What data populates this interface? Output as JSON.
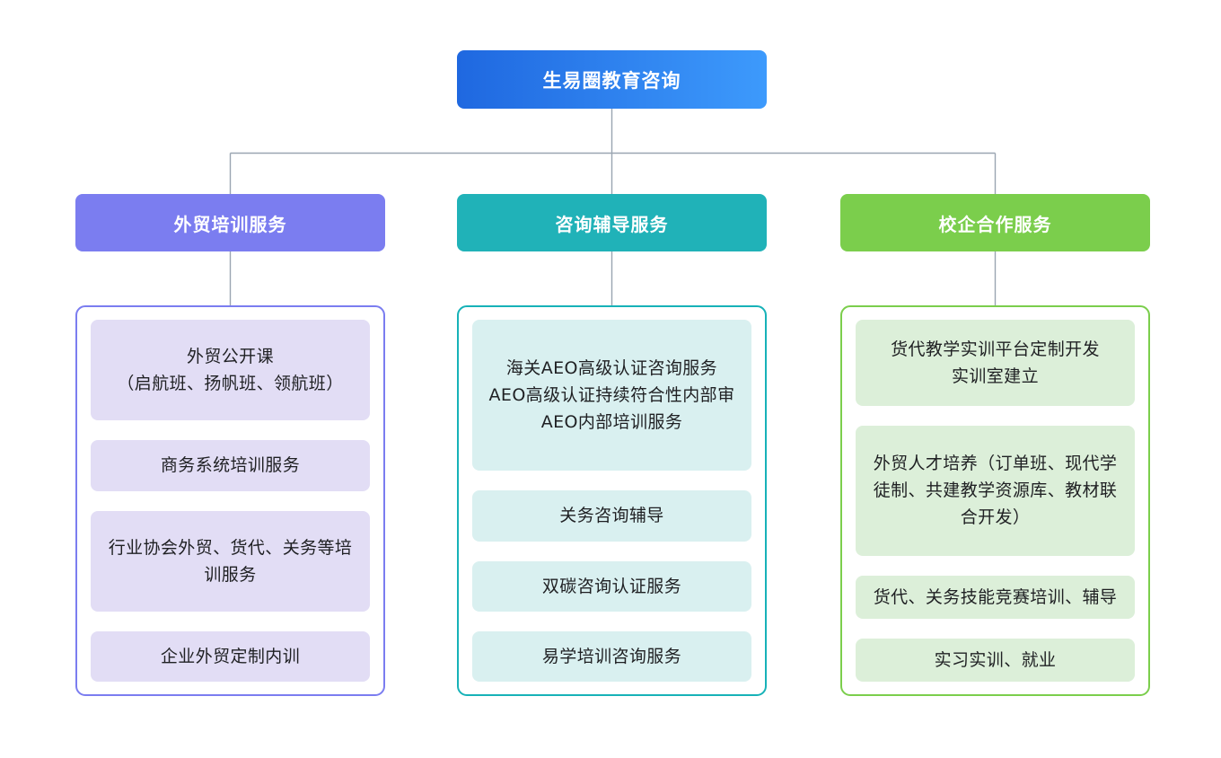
{
  "diagram": {
    "type": "organization-chart",
    "orientation": "top-down",
    "connector_color": "#9aa5b1",
    "background_color": "#ffffff",
    "root": {
      "label": "生易圈教育咨询",
      "gradient_from": "#1f68e0",
      "gradient_to": "#3d9afc",
      "text_color": "#ffffff"
    },
    "branches": [
      {
        "label": "外贸培训服务",
        "header_color": "#7b7df0",
        "border_color": "#7b7df0",
        "item_fill": "#e2ddf5",
        "text_color": "#ffffff",
        "items": [
          {
            "lines": [
              "外贸公开课",
              "（启航班、扬帆班、领航班）"
            ]
          },
          {
            "lines": [
              "商务系统培训服务"
            ]
          },
          {
            "lines": [
              "行业协会外贸、货代、关务等培",
              "训服务"
            ]
          },
          {
            "lines": [
              "企业外贸定制内训"
            ]
          }
        ]
      },
      {
        "label": "咨询辅导服务",
        "header_color": "#20b2b8",
        "border_color": "#17b2b8",
        "item_fill": "#d9f0f0",
        "text_color": "#ffffff",
        "items": [
          {
            "lines": [
              "海关AEO高级认证咨询服务",
              "AEO高级认证持续符合性内部审",
              "AEO内部培训服务"
            ]
          },
          {
            "lines": [
              "关务咨询辅导"
            ]
          },
          {
            "lines": [
              "双碳咨询认证服务"
            ]
          },
          {
            "lines": [
              "易学培训咨询服务"
            ]
          }
        ]
      },
      {
        "label": "校企合作服务",
        "header_color": "#7bce4c",
        "border_color": "#7bce4c",
        "item_fill": "#dcefd9",
        "text_color": "#ffffff",
        "items": [
          {
            "lines": [
              "货代教学实训平台定制开发",
              "实训室建立"
            ]
          },
          {
            "lines": [
              "外贸人才培养（订单班、现代学",
              "徒制、共建教学资源库、教材联",
              "合开发）"
            ]
          },
          {
            "lines": [
              "货代、关务技能竞赛培训、辅导"
            ]
          },
          {
            "lines": [
              "实习实训、就业"
            ]
          }
        ]
      }
    ]
  }
}
